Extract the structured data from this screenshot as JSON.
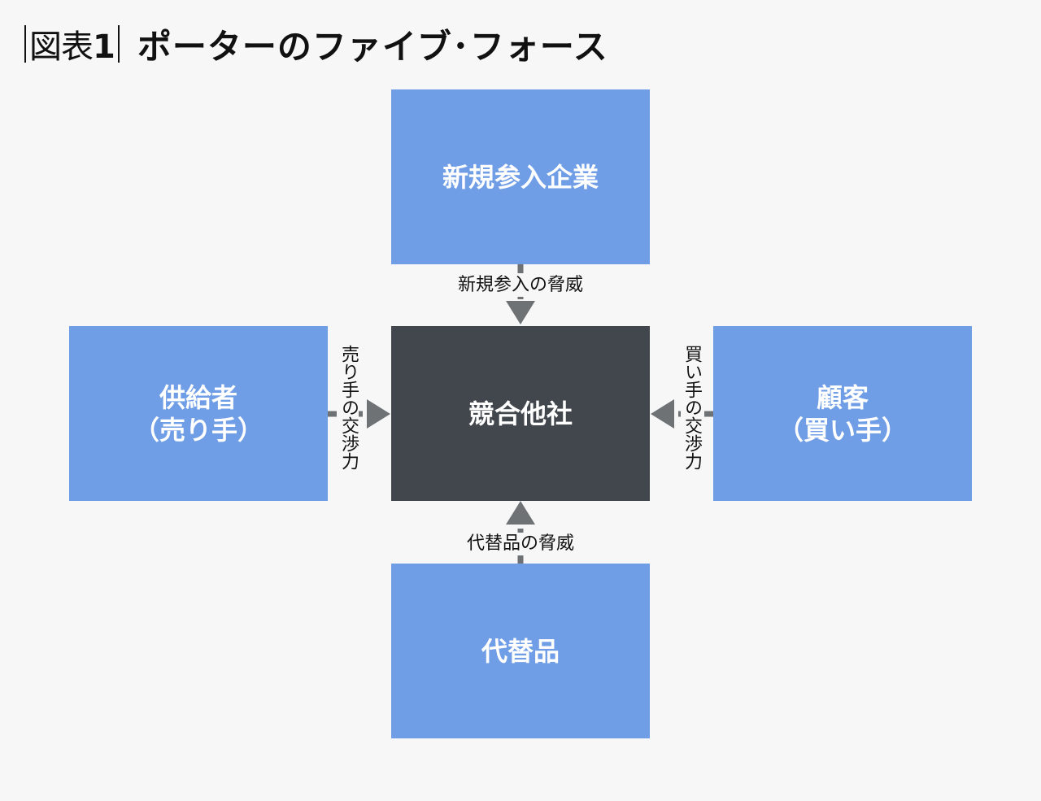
{
  "title": {
    "figure_label": "図表",
    "figure_number": "1",
    "heading": "ポーターのファイブ･フォース"
  },
  "boxes": {
    "new_entrants": {
      "label": "新規参入企業"
    },
    "competitors": {
      "label": "競合他社"
    },
    "substitutes": {
      "label": "代替品"
    },
    "suppliers": {
      "line1": "供給者",
      "line2": "（売り手）"
    },
    "customers": {
      "line1": "顧客",
      "line2": "（買い手）"
    }
  },
  "arrow_labels": {
    "new_entrants": "新規参入の脅威",
    "substitutes": "代替品の脅威",
    "suppliers": "売り手の交渉力",
    "customers": "買い手の交渉力"
  },
  "colors": {
    "blue_box": "#6f9de6",
    "dark_box": "#41474d",
    "arrow": "#6e7275",
    "background": "#f7f7f7"
  }
}
